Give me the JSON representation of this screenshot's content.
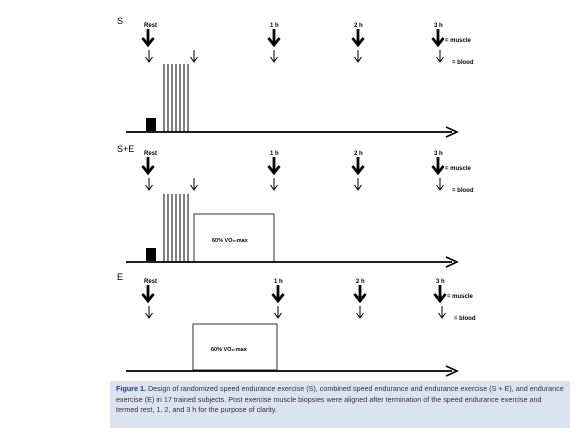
{
  "panels": [
    {
      "label": "S",
      "timepoints": [
        "Rest",
        "1 h",
        "2 h",
        "3 h"
      ],
      "legend_muscle": "= muscle",
      "legend_blood": "= blood",
      "bout_label": ""
    },
    {
      "label": "S+E",
      "timepoints": [
        "Rest",
        "1 h",
        "2 h",
        "3 h"
      ],
      "legend_muscle": "= muscle",
      "legend_blood": "= blood",
      "bout_label": "60% VO₂-max"
    },
    {
      "label": "E",
      "timepoints": [
        "Rest",
        "1 h",
        "2 h",
        "3 h"
      ],
      "legend_muscle": "= muscle",
      "legend_blood": "= blood",
      "bout_label": "60% VO₂-max"
    }
  ],
  "caption": {
    "title": "Figure 1.",
    "text": "Design of randomized speed endurance exercise (S), combined speed endurance and endurance exercise (S + E), and endurance exercise (E) in 17 trained subjects. Post exercise muscle biopsies were aligned after termination of the speed endurance exercise and termed rest, 1, 2, and 3 h for the purpose of clarity."
  }
}
